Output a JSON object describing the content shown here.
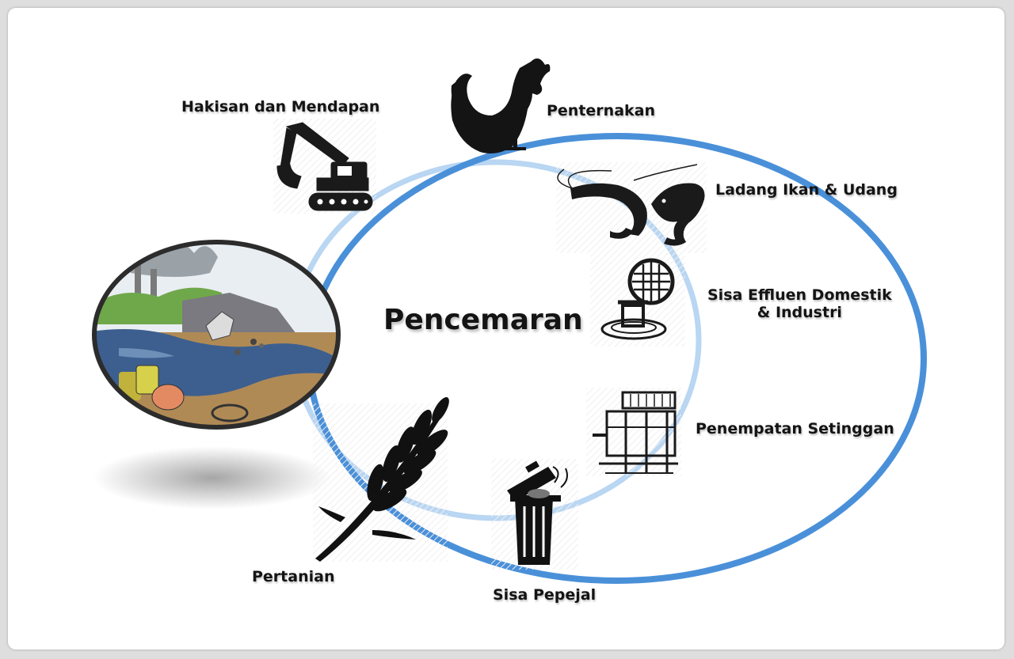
{
  "title": "Pencemaran",
  "sources": {
    "erosion": "Hakisan dan Mendapan",
    "livestock": "Penternakan",
    "aquaculture": "Ladang Ikan & Udang",
    "effluent_line1": "Sisa Effluen Domestik",
    "effluent_line2": "& Industri",
    "squatters": "Penempatan Setinggan",
    "solid_waste": "Sisa Pepejal",
    "agriculture": "Pertanian"
  },
  "colors": {
    "outer_ring": "#4a90d9",
    "inner_ring": "#b9d6f2",
    "icon": "#111111"
  },
  "icons": [
    "excavator-icon",
    "rooster-icon",
    "shrimp-icon",
    "fish-icon",
    "drain-pipe-icon",
    "stilt-house-icon",
    "trash-bin-icon",
    "wheat-icon",
    "polluted-river-illustration"
  ]
}
